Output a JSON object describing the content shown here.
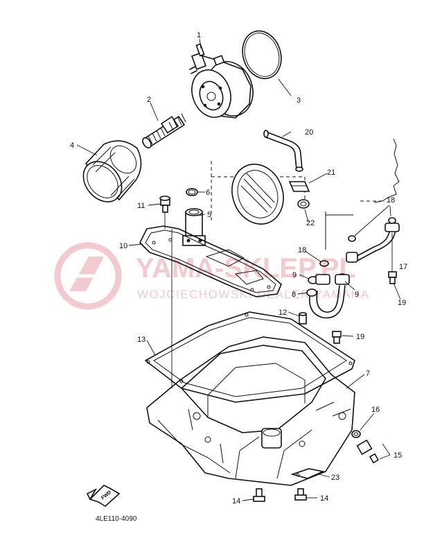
{
  "diagram_code": "4LE110-4090",
  "fwd_label": "FWD",
  "watermark": {
    "title": "YAMA-SKLEP.PL",
    "subtitle": "WOJCIECHOWSKI DEALER YAMAHA",
    "color": "#e8a0a8"
  },
  "callouts": [
    "1",
    "2",
    "3",
    "4",
    "5",
    "6",
    "7",
    "8",
    "9",
    "9",
    "10",
    "11",
    "12",
    "13",
    "14",
    "14",
    "15",
    "16",
    "17",
    "18",
    "18",
    "19",
    "19",
    "20",
    "21",
    "22",
    "23"
  ]
}
